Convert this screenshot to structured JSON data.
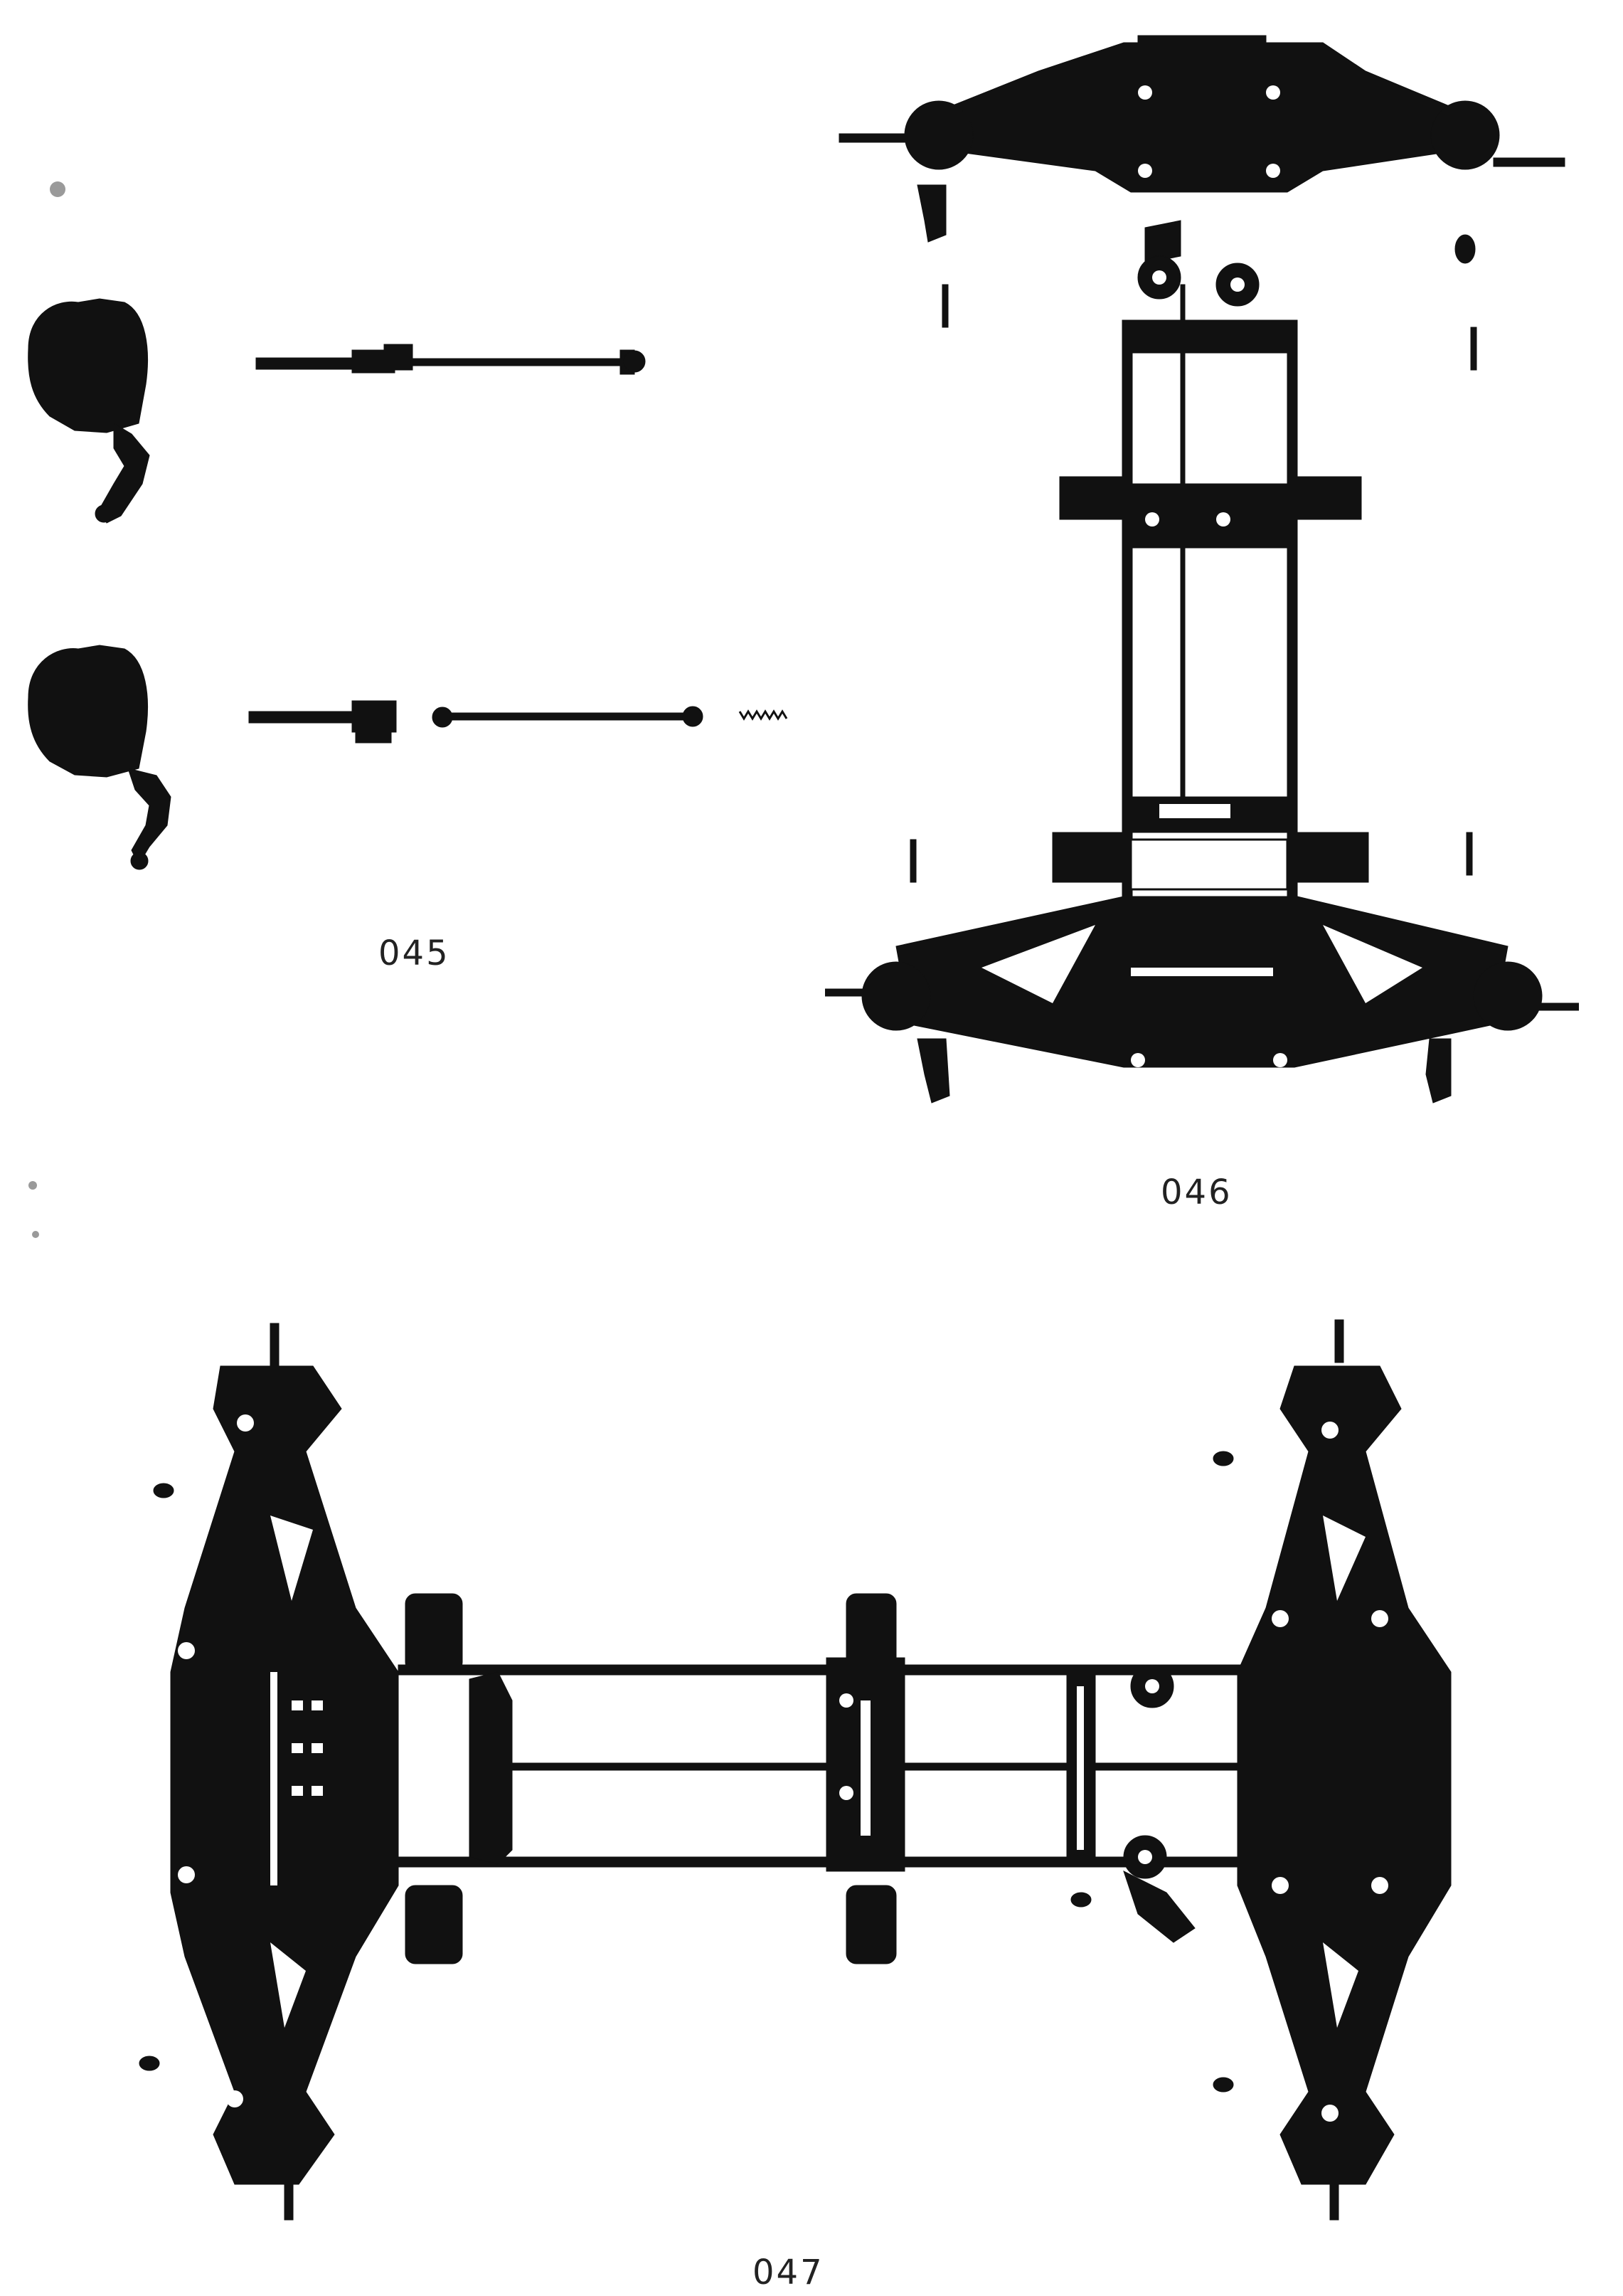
{
  "steps": [
    {
      "label": "045"
    },
    {
      "label": "046"
    },
    {
      "label": "047"
    }
  ],
  "figures": {
    "fig_045": {
      "icon": "knuckle-and-driveshaft-parts"
    },
    "fig_046": {
      "icon": "chassis-front-view-assembly"
    },
    "fig_047": {
      "icon": "chassis-top-view-assembly"
    }
  },
  "colors": {
    "ink": "#111111",
    "paper": "#ffffff",
    "light": "#ffffff"
  }
}
